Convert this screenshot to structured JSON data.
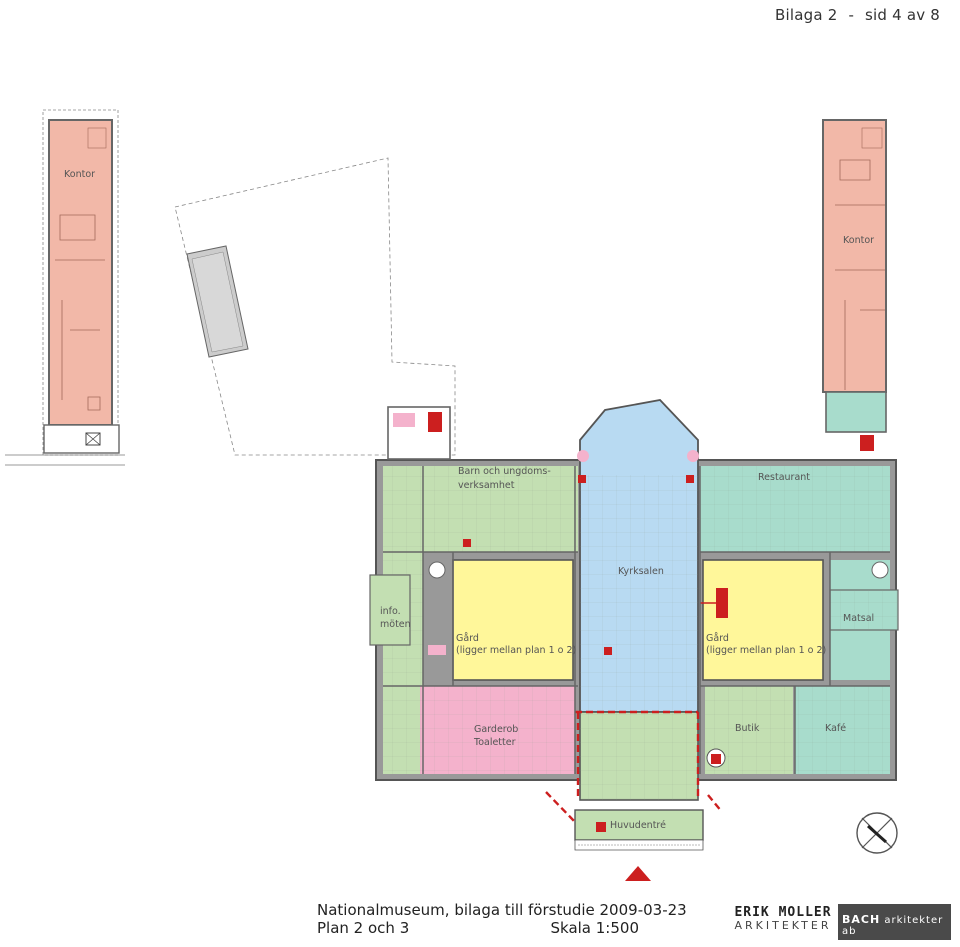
{
  "header": {
    "attachment": "Bilaga 2",
    "separator": "-",
    "page": "sid 4 av 8"
  },
  "rooms": {
    "kontor_left": "Kontor",
    "kontor_right": "Kontor",
    "barn_line1": "Barn och ungdoms-",
    "barn_line2": "verksamhet",
    "restaurant": "Restaurant",
    "kyrksalen": "Kyrksalen",
    "info_line1": "info.",
    "info_line2": "möten",
    "gard_left_line1": "Gård",
    "gard_left_line2": "(ligger mellan plan 1 o 2)",
    "gard_right_line1": "Gård",
    "gard_right_line2": "(ligger mellan plan 1 o 2)",
    "matsal": "Matsal",
    "garderob_line1": "Garderob",
    "garderob_line2": "Toaletter",
    "butik": "Butik",
    "kafe": "Kafé",
    "huvudentre": "Huvudentré"
  },
  "footer": {
    "title": "Nationalmuseum,  bilaga till förstudie 2009-03-23",
    "plan": "Plan 2 och 3",
    "scale": "Skala 1:500"
  },
  "logos": {
    "erik_line1": "ERIK MOLLER",
    "erik_line2": "ARKITEKTER",
    "bach_name": "BACH",
    "bach_suffix": "arkitekter ab"
  },
  "colors": {
    "office": "#f2b8a8",
    "green": "#c3dfb2",
    "teal": "#a8dccc",
    "blue": "#b8daf2",
    "yellow": "#fff79a",
    "pink": "#f4b2cc",
    "red": "#cc1f1f"
  }
}
